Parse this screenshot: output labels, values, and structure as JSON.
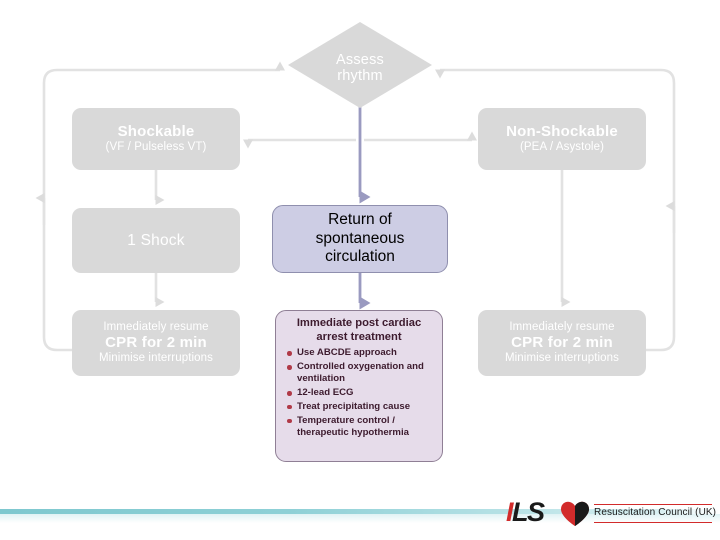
{
  "slide": {
    "background_color": "#ffffff",
    "faded_box_color": "#d9d9d9",
    "highlight_box_color": "#cdcde4",
    "post_arrest_box_color": "#e6dcea",
    "accent_purple": "#8f8fae",
    "accent_red": "#b03a48",
    "bar_teal": "#7ec8cf"
  },
  "flowchart": {
    "type": "algorithm-flowchart",
    "decision": {
      "name": "assess-rhythm",
      "line1": "Assess",
      "line2": "rhythm"
    },
    "branches": [
      {
        "name": "shockable",
        "title": "Shockable",
        "subtitle": "(VF / Pulseless VT)"
      },
      {
        "name": "non-shockable",
        "title": "Non-Shockable",
        "subtitle": "(PEA / Asystole)"
      }
    ],
    "shock_step": {
      "name": "one-shock",
      "label": "1 Shock"
    },
    "cpr_left": {
      "line1": "Immediately resume",
      "line2": "CPR for 2 min",
      "line3": "Minimise interruptions"
    },
    "cpr_right": {
      "line1": "Immediately resume",
      "line2": "CPR for 2 min",
      "line3": "Minimise interruptions"
    },
    "rosc": {
      "line1": "Return of",
      "line2": "spontaneous",
      "line3": "circulation"
    },
    "post_arrest": {
      "title_line1": "Immediate post cardiac",
      "title_line2": "arrest treatment",
      "items": [
        "Use ABCDE approach",
        "Controlled oxygenation and ventilation",
        "12-lead ECG",
        "Treat precipitating cause",
        "Temperature control / therapeutic hypothermia"
      ]
    }
  },
  "logo": {
    "mark_i": "I",
    "mark_ls": "LS",
    "heart_icon": "heart-icon",
    "organisation": "Resuscitation Council (UK)"
  }
}
